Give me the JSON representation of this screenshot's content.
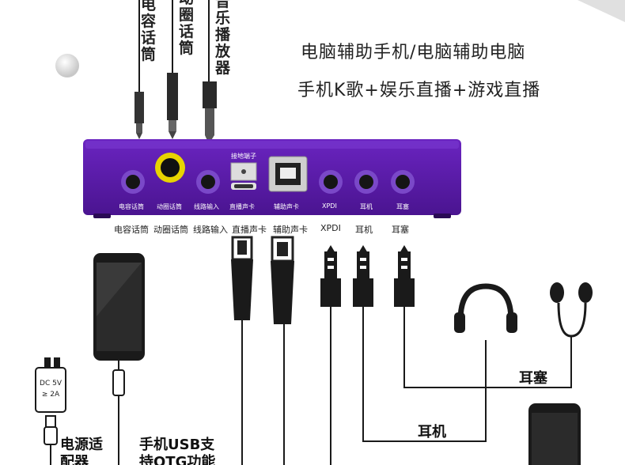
{
  "top_labels": {
    "condenser": "电容话筒",
    "dynamic": "动圈话筒",
    "music_player": "音乐播放器"
  },
  "headline": {
    "line1": "电脑辅助手机/电脑辅助电脑",
    "line2": "手机K歌+娱乐直播+游戏直播"
  },
  "device": {
    "ground_label": "接地端子",
    "ports": [
      "电容话筒",
      "动圈话筒",
      "线路输入",
      "直播声卡",
      "辅助声卡",
      "XPDI",
      "耳机",
      "耳塞"
    ]
  },
  "below_labels": [
    "电容话筒",
    "动圈话筒",
    "线路输入",
    "直播声卡",
    "辅助声卡",
    "XPDI",
    "耳机",
    "耳塞"
  ],
  "adapter": {
    "line1": "DC 5V",
    "line2": "≥ 2A"
  },
  "bottom_labels": {
    "power": "电源适配器",
    "phone_usb": "手机USB支持OTG功能",
    "earbuds": "耳塞",
    "headphones": "耳机"
  },
  "colors": {
    "device": "#5a1aa8",
    "device_dark": "#3e0f7d",
    "accent_yellow": "#e8d400",
    "cable": "#1a1a1a"
  }
}
